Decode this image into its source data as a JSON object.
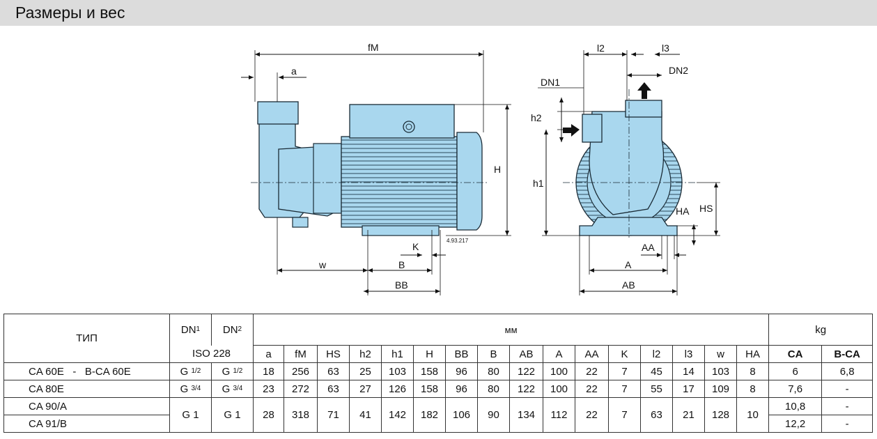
{
  "title": "Размеры и вес",
  "drawing": {
    "ref": "4.93.217",
    "side_labels": {
      "fM": "fM",
      "a": "a",
      "H": "H",
      "K": "K",
      "w": "w",
      "B": "B",
      "BB": "BB"
    },
    "front_labels": {
      "l2": "l2",
      "l3": "l3",
      "DN1": "DN1",
      "DN2": "DN2",
      "h2": "h2",
      "h1": "h1",
      "HA": "HA",
      "HS": "HS",
      "AA": "AA",
      "A": "A",
      "AB": "AB"
    }
  },
  "table": {
    "type_header": "ТИП",
    "dn1": "DN1",
    "dn2": "DN2",
    "iso": "ISO 228",
    "mm": "мм",
    "kg": "kg",
    "kg_cols": [
      "CA",
      "B-CA"
    ],
    "dim_cols": [
      "a",
      "fM",
      "HS",
      "h2",
      "h1",
      "H",
      "BB",
      "B",
      "AB",
      "A",
      "AA",
      "K",
      "l2",
      "l3",
      "w",
      "HA"
    ],
    "rows": [
      {
        "type_a": "CA 60E",
        "type_sep": "-",
        "type_b": "B-CA 60E",
        "dn1": "G",
        "dn1_frac": "1/2",
        "dn2": "G",
        "dn2_frac": "1/2",
        "dims": [
          "18",
          "256",
          "63",
          "25",
          "103",
          "158",
          "96",
          "80",
          "122",
          "100",
          "22",
          "7",
          "45",
          "14",
          "103",
          "8"
        ],
        "ca": "6",
        "bca": "6,8"
      },
      {
        "type_a": "CA 80E",
        "dn1": "G",
        "dn1_frac": "3/4",
        "dn2": "G",
        "dn2_frac": "3/4",
        "dims": [
          "23",
          "272",
          "63",
          "27",
          "126",
          "158",
          "96",
          "80",
          "122",
          "100",
          "22",
          "7",
          "55",
          "17",
          "109",
          "8"
        ],
        "ca": "7,6",
        "bca": "-"
      },
      {
        "type_a": "CA 90/A",
        "type_b": "CA 91/B",
        "dn1": "G 1",
        "dn2": "G 1",
        "dims": [
          "28",
          "318",
          "71",
          "41",
          "142",
          "182",
          "106",
          "90",
          "134",
          "112",
          "22",
          "7",
          "63",
          "21",
          "128",
          "10"
        ],
        "ca": [
          "10,8",
          "12,2"
        ],
        "bca": [
          "-",
          "-"
        ]
      }
    ]
  }
}
